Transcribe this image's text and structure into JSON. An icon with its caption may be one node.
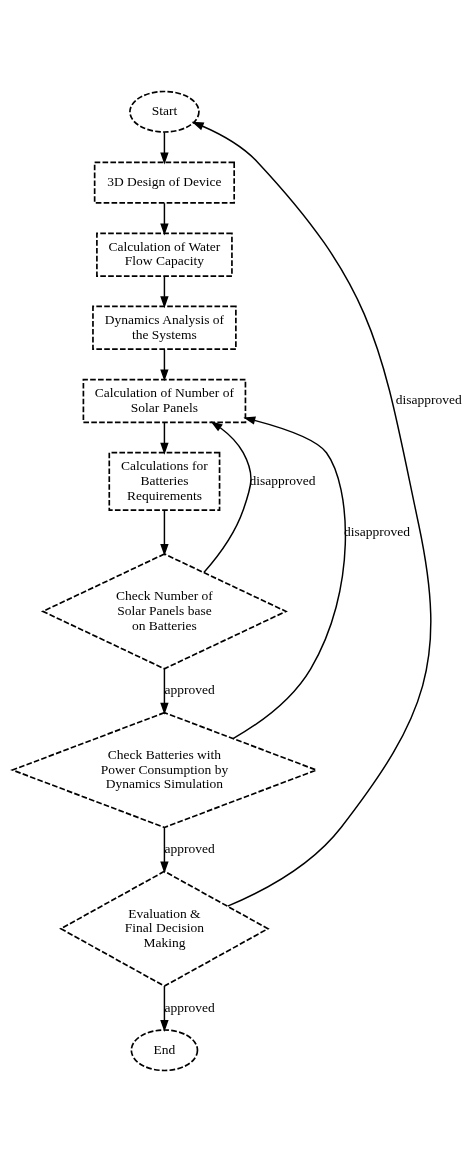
{
  "diagram": {
    "nodes": [
      {
        "text": [
          "Start"
        ]
      },
      {
        "text": [
          "3D Design of Device"
        ]
      },
      {
        "text": [
          "Calculation of Water Flow Capacity"
        ]
      },
      {
        "text": [
          "Dynamics Analysis of the Systems"
        ]
      },
      {
        "text": [
          "Calculation of Number of Solar Panels"
        ]
      },
      {
        "text": [
          "Calculations for Batteries Requirements"
        ]
      },
      {
        "text": [
          "Check Number of Solar Panels base on Batteries"
        ]
      },
      {
        "text": [
          "Check Batteries with Power Consumption by Dynamics Simulation"
        ]
      },
      {
        "text": [
          "Evaluation & Final Decision Making"
        ]
      },
      {
        "text": [
          "End"
        ]
      }
    ],
    "edges": [
      {
        "from": 0,
        "to": 1,
        "arrow": "to"
      },
      {
        "from": 1,
        "to": 2,
        "arrow": "to"
      },
      {
        "from": 2,
        "to": 3,
        "arrow": "to"
      },
      {
        "from": 3,
        "to": 4,
        "arrow": "to"
      },
      {
        "from": 4,
        "to": 5,
        "arrow": "to"
      },
      {
        "from": 5,
        "to": 6,
        "arrow": "to"
      },
      {
        "from": 6,
        "to": 4,
        "arrow": "to",
        "label": "disapproved"
      },
      {
        "from": 6,
        "to": 7,
        "arrow": "to",
        "label": "approved"
      },
      {
        "from": 7,
        "to": 4,
        "arrow": "to",
        "label": "disapproved"
      },
      {
        "from": 7,
        "to": 8,
        "arrow": "to",
        "label": "approved"
      },
      {
        "from": 8,
        "to": 0,
        "arrow": "to",
        "label": "disapproved"
      },
      {
        "from": 8,
        "to": 9,
        "arrow": "to",
        "label": "approved"
      }
    ]
  }
}
